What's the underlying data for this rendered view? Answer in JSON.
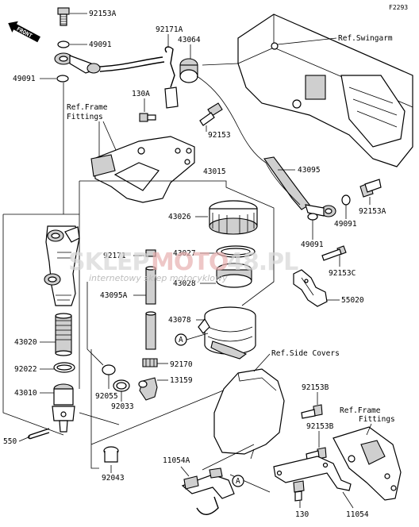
{
  "figure_code": "F2293",
  "front_label": "FRONT",
  "watermark": {
    "main_left": "SKLEP",
    "main_mid": "MOTO",
    "main_right": "48.PL",
    "sub": "internetowy sklep motocyklowy"
  },
  "refs": {
    "swingarm": "Ref.Swingarm",
    "frame_fittings_1": "Ref.Frame",
    "frame_fittings_1b": "Fittings",
    "side_covers": "Ref.Side Covers",
    "frame_fittings_2": "Ref.Frame",
    "frame_fittings_2b": "Fittings"
  },
  "labels": {
    "p92153A_top": "92153A",
    "p49091_top": "49091",
    "p49091_left": "49091",
    "p92171A": "92171A",
    "p43064": "43064",
    "p130A": "130A",
    "p92153": "92153",
    "p43015": "43015",
    "p43095": "43095",
    "p92153A_right": "92153A",
    "p43026": "43026",
    "p49091_r1": "49091",
    "p49091_r2": "49091",
    "p43027": "43027",
    "p92171": "92171",
    "p43028": "43028",
    "p92153C": "92153C",
    "p43095A": "43095A",
    "p55020": "55020",
    "p43078": "43078",
    "p43020": "43020",
    "p92170": "92170",
    "p92022": "92022",
    "p13159": "13159",
    "p92055": "92055",
    "p92033": "92033",
    "p43010": "43010",
    "p92153B_a": "92153B",
    "p92153B_b": "92153B",
    "p550": "550",
    "p11054A": "11054A",
    "p92043": "92043",
    "p130": "130",
    "p11054": "11054",
    "callout_A1": "A",
    "callout_A2": "A"
  }
}
